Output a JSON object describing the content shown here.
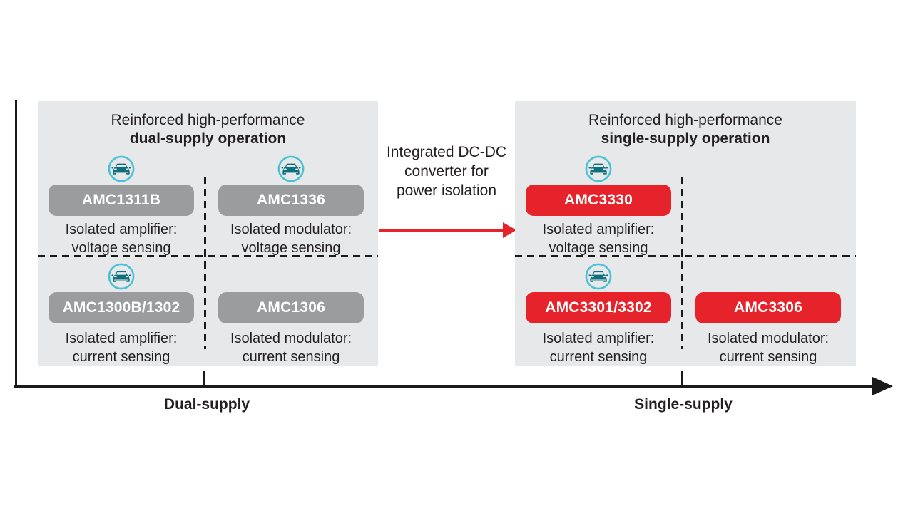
{
  "colors": {
    "panel_bg": "#e7e8e9",
    "chip_gray": "#9a9c9e",
    "chip_red": "#e6232b",
    "arrow_red": "#e6232b",
    "ink": "#1a1a1a",
    "ring": "#4bc1d7",
    "teal": "#0e6f7e"
  },
  "left_panel": {
    "title_line1": "Reinforced high-performance",
    "title_line2": "dual-supply operation",
    "cells": [
      {
        "icon": "car-icon",
        "chip": "AMC1311B",
        "desc_line1": "Isolated amplifier:",
        "desc_line2": "voltage sensing"
      },
      {
        "icon": "car-icon",
        "chip": "AMC1336",
        "desc_line1": "Isolated modulator:",
        "desc_line2": "voltage sensing"
      },
      {
        "icon": "car-icon",
        "chip": "AMC1300B/1302",
        "desc_line1": "Isolated amplifier:",
        "desc_line2": "current sensing"
      },
      {
        "chip": "AMC1306",
        "desc_line1": "Isolated modulator:",
        "desc_line2": "current sensing"
      }
    ]
  },
  "right_panel": {
    "title_line1": "Reinforced high-performance",
    "title_line2": "single-supply operation",
    "cells": [
      {
        "icon": "car-icon",
        "chip": "AMC3330",
        "desc_line1": "Isolated amplifier:",
        "desc_line2": "voltage sensing"
      },
      null,
      {
        "icon": "car-icon",
        "chip": "AMC3301/3302",
        "desc_line1": "Isolated amplifier:",
        "desc_line2": "current sensing"
      },
      {
        "chip": "AMC3306",
        "desc_line1": "Isolated modulator:",
        "desc_line2": "current sensing"
      }
    ]
  },
  "center_annotation": {
    "line1": "Integrated DC-DC",
    "line2": "converter for",
    "line3": "power isolation"
  },
  "axis": {
    "x_label_left": "Dual-supply",
    "x_label_right": "Single-supply"
  }
}
